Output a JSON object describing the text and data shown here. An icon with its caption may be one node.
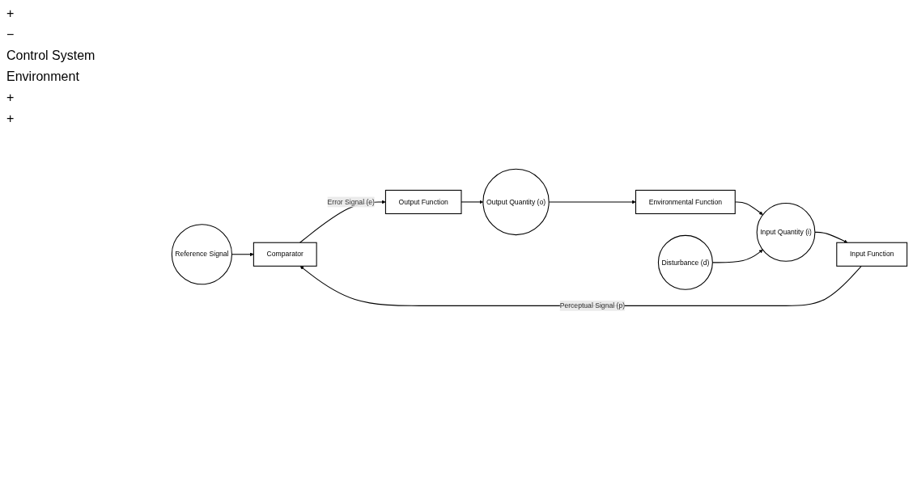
{
  "diagram": {
    "nodes": [
      {
        "text": [
          "Reference Signal"
        ]
      },
      {
        "text": [
          "Comparator"
        ]
      },
      {
        "text": [
          "Output Function"
        ]
      },
      {
        "text": [
          "Output Quantity (o)"
        ]
      },
      {
        "text": [
          "Environmental Function"
        ]
      },
      {
        "text": [
          "Input Quantity (i)"
        ]
      },
      {
        "text": [
          "Disturbance (d)"
        ]
      },
      {
        "text": [
          "Input Function"
        ]
      }
    ],
    "edges": [
      {
        "from": 0,
        "to": 1,
        "arrow": "to"
      },
      {
        "from": 7,
        "to": 1,
        "arrow": "to",
        "label": "Perceptual Signal (p)"
      },
      {
        "from": 1,
        "to": 2,
        "arrow": "to",
        "label": "Error Signal (e)"
      },
      {
        "from": 2,
        "to": 3,
        "arrow": "to"
      },
      {
        "from": 3,
        "to": 4,
        "arrow": "to"
      },
      {
        "from": 4,
        "to": 5,
        "arrow": "to"
      },
      {
        "from": 6,
        "to": 5,
        "arrow": "to"
      },
      {
        "from": 5,
        "to": 7,
        "arrow": "to"
      }
    ],
    "labels": [
      "+",
      "−",
      "Control System",
      "Environment",
      "+",
      "+"
    ]
  }
}
